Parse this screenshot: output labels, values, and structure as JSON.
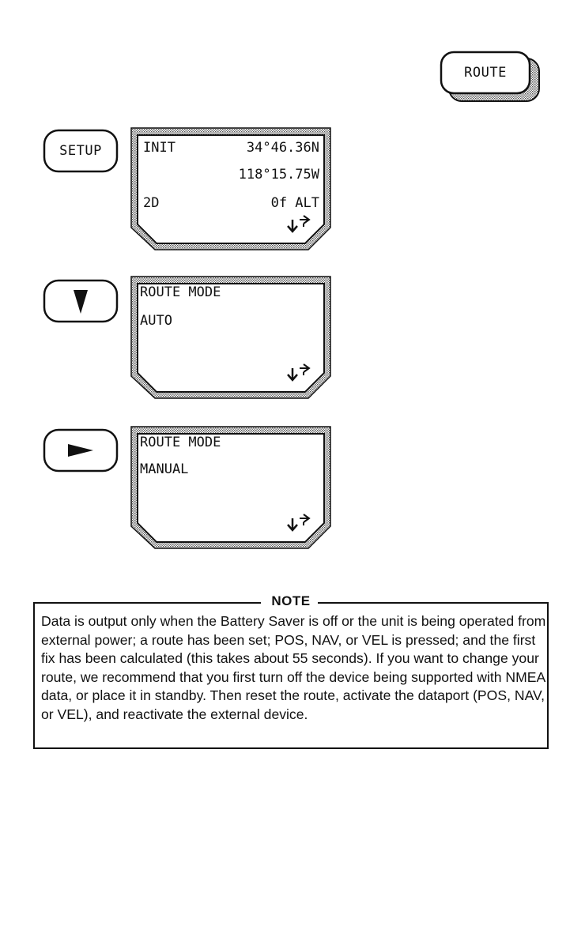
{
  "keys": {
    "route": "ROUTE",
    "setup": "SETUP",
    "down_icon": "down-triangle-icon",
    "right_icon": "right-triangle-icon"
  },
  "screens": [
    {
      "line1_left": "INIT",
      "line1_right": "34°46.36N",
      "line2_right": "118°15.75W",
      "line3_left": "2D",
      "line3_right": "0f ALT",
      "nav_icon": "scroll-arrows-icon"
    },
    {
      "line1_left": "ROUTE MODE",
      "line2_left": "AUTO",
      "nav_icon": "scroll-arrows-icon"
    },
    {
      "line1_left": "ROUTE MODE",
      "line2_left": "MANUAL",
      "nav_icon": "scroll-arrows-icon"
    }
  ],
  "note": {
    "title": "NOTE",
    "body": "Data is output only when the Battery Saver is off or the unit is being operated from external power; a route has been set; POS, NAV, or VEL is pressed; and the first fix has been calculated (this takes about 55 seconds). If you want to change your route, we recommend that you first turn off the device being supported with NMEA data, or place it in standby. Then reset the route, activate the dataport (POS, NAV, or VEL), and reactivate the external device."
  }
}
